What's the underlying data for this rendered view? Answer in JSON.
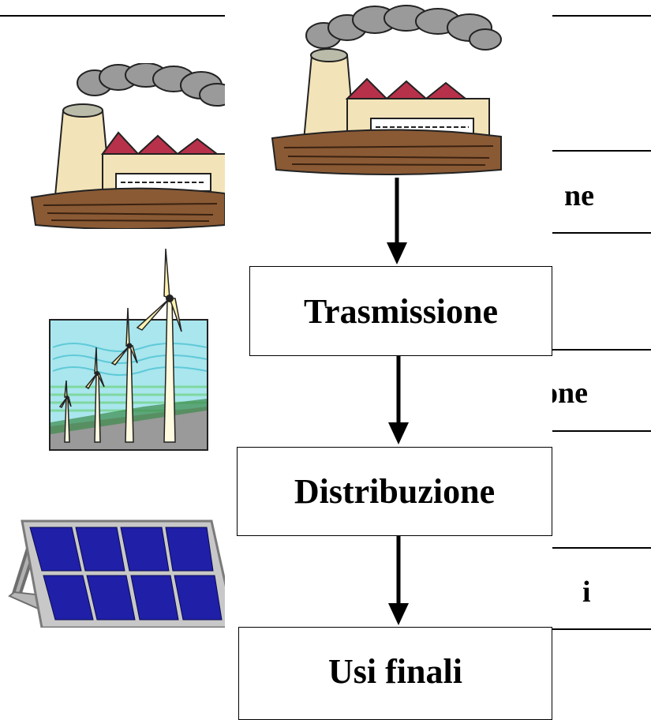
{
  "flow": {
    "steps": [
      {
        "label": "Trasmissione"
      },
      {
        "label": "Distribuzione"
      },
      {
        "label": "Usi finali"
      }
    ]
  },
  "background_slide": {
    "fragments": [
      "ne",
      "one",
      "i"
    ]
  },
  "icons": {
    "left_factory": "factory-icon",
    "top_factory": "factory-icon",
    "wind": "wind-turbines-icon",
    "solar": "solar-panel-icon"
  },
  "colors": {
    "panel_blue": "#1f1fa8",
    "smoke": "#9a9a9a",
    "roof": "#b8314a",
    "sky": "#a9e6ee",
    "ground": "#3c8a4a"
  }
}
